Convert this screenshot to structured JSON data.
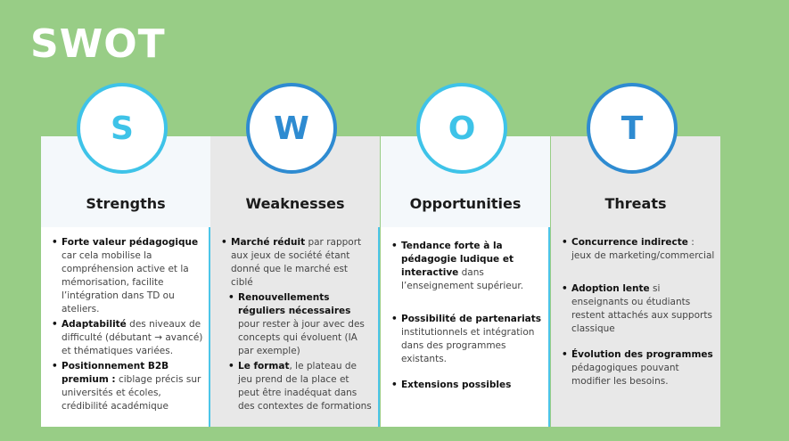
{
  "title": "SWOT",
  "columns": [
    {
      "letter": "S",
      "name": "Strengths",
      "items": [
        {
          "bold": "Forte valeur pédagogique",
          "text": " car cela mobilise la compréhension active et la mémorisation, facilite l’intégration dans TD ou ateliers."
        },
        {
          "bold": "Adaptabilité",
          "text": " des niveaux de difficulté (débutant → avancé) et thématiques variées."
        },
        {
          "bold": "Positionnement B2B premium :",
          "text": " ciblage précis sur universités et écoles, crédibilité académique"
        }
      ]
    },
    {
      "letter": "W",
      "name": "Weaknesses",
      "items": [
        {
          "bold": "Marché réduit",
          "text": " par rapport aux jeux de société étant donné que le marché est ciblé"
        },
        {
          "bold": "Renouvellements réguliers nécessaires",
          "text": " pour rester à jour avec des concepts qui évoluent (IA par exemple)"
        },
        {
          "bold": "Le format",
          "text": ", le plateau de jeu prend de la place et peut être inadéquat dans des contextes de formations"
        }
      ]
    },
    {
      "letter": "O",
      "name": "Opportunities",
      "items": [
        {
          "bold": "Tendance forte à la pédagogie ludique et interactive",
          "text": " dans l’enseignement supérieur."
        },
        {
          "bold": "Possibilité de partenariats",
          "text": " institutionnels et intégration dans des programmes existants."
        },
        {
          "bold": "Extensions possibles",
          "text": ""
        }
      ]
    },
    {
      "letter": "T",
      "name": "Threats",
      "items": [
        {
          "bold": "Concurrence indirecte",
          "text": " : jeux de marketing/commercial"
        },
        {
          "bold": "Adoption lente",
          "text": " si enseignants ou étudiants restent attachés aux supports classique"
        },
        {
          "bold": "Évolution des programmes",
          "text": " pédagogiques pouvant modifier les besoins."
        }
      ]
    }
  ],
  "colors": {
    "background": "#98cd86",
    "cyan": "#3ec3e8",
    "blue": "#2e8bd1"
  }
}
